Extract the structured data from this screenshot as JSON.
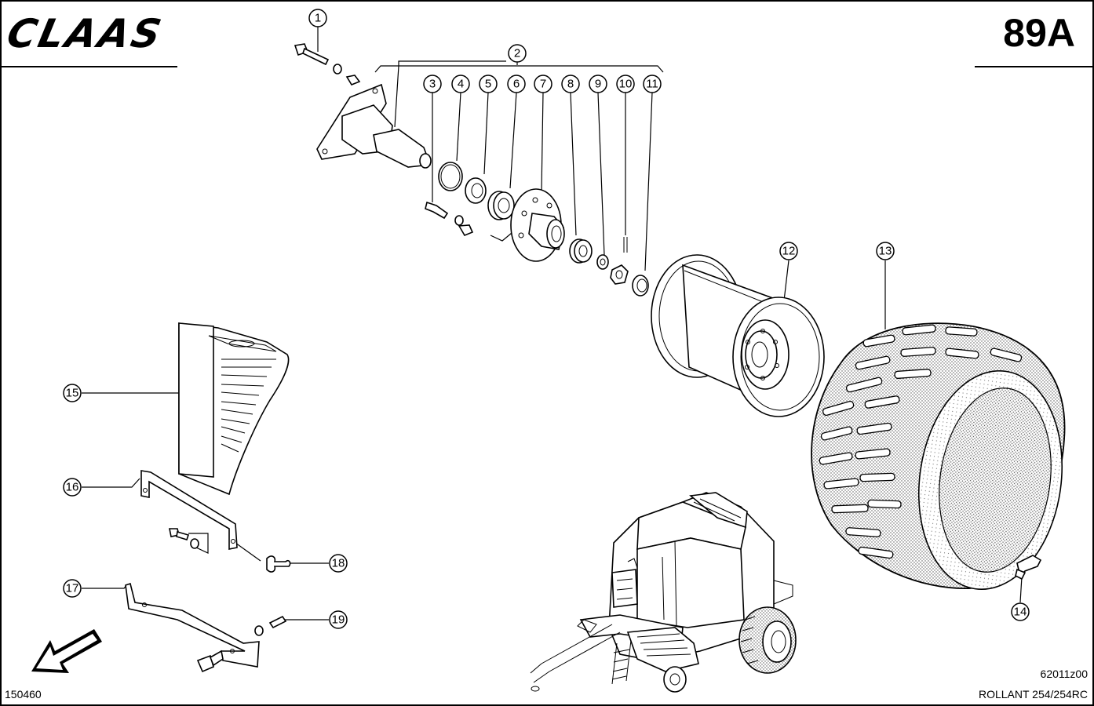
{
  "header": {
    "brand": "CLAAS",
    "page_number": "89A"
  },
  "footer": {
    "document_number": "150460",
    "drawing_number": "62011z00",
    "model": "ROLLANT 254/254RC"
  },
  "callouts": [
    {
      "id": "callout-1",
      "label": "1"
    },
    {
      "id": "callout-2",
      "label": "2"
    },
    {
      "id": "callout-3",
      "label": "3"
    },
    {
      "id": "callout-4",
      "label": "4"
    },
    {
      "id": "callout-5",
      "label": "5"
    },
    {
      "id": "callout-6",
      "label": "6"
    },
    {
      "id": "callout-7",
      "label": "7"
    },
    {
      "id": "callout-8",
      "label": "8"
    },
    {
      "id": "callout-9",
      "label": "9"
    },
    {
      "id": "callout-10",
      "label": "10"
    },
    {
      "id": "callout-11",
      "label": "11"
    },
    {
      "id": "callout-12",
      "label": "12"
    },
    {
      "id": "callout-13",
      "label": "13"
    },
    {
      "id": "callout-14",
      "label": "14"
    },
    {
      "id": "callout-15",
      "label": "15"
    },
    {
      "id": "callout-16",
      "label": "16"
    },
    {
      "id": "callout-17",
      "label": "17"
    },
    {
      "id": "callout-18",
      "label": "18"
    },
    {
      "id": "callout-19",
      "label": "19"
    }
  ],
  "icons": {
    "direction": "direction-arrow-icon"
  }
}
